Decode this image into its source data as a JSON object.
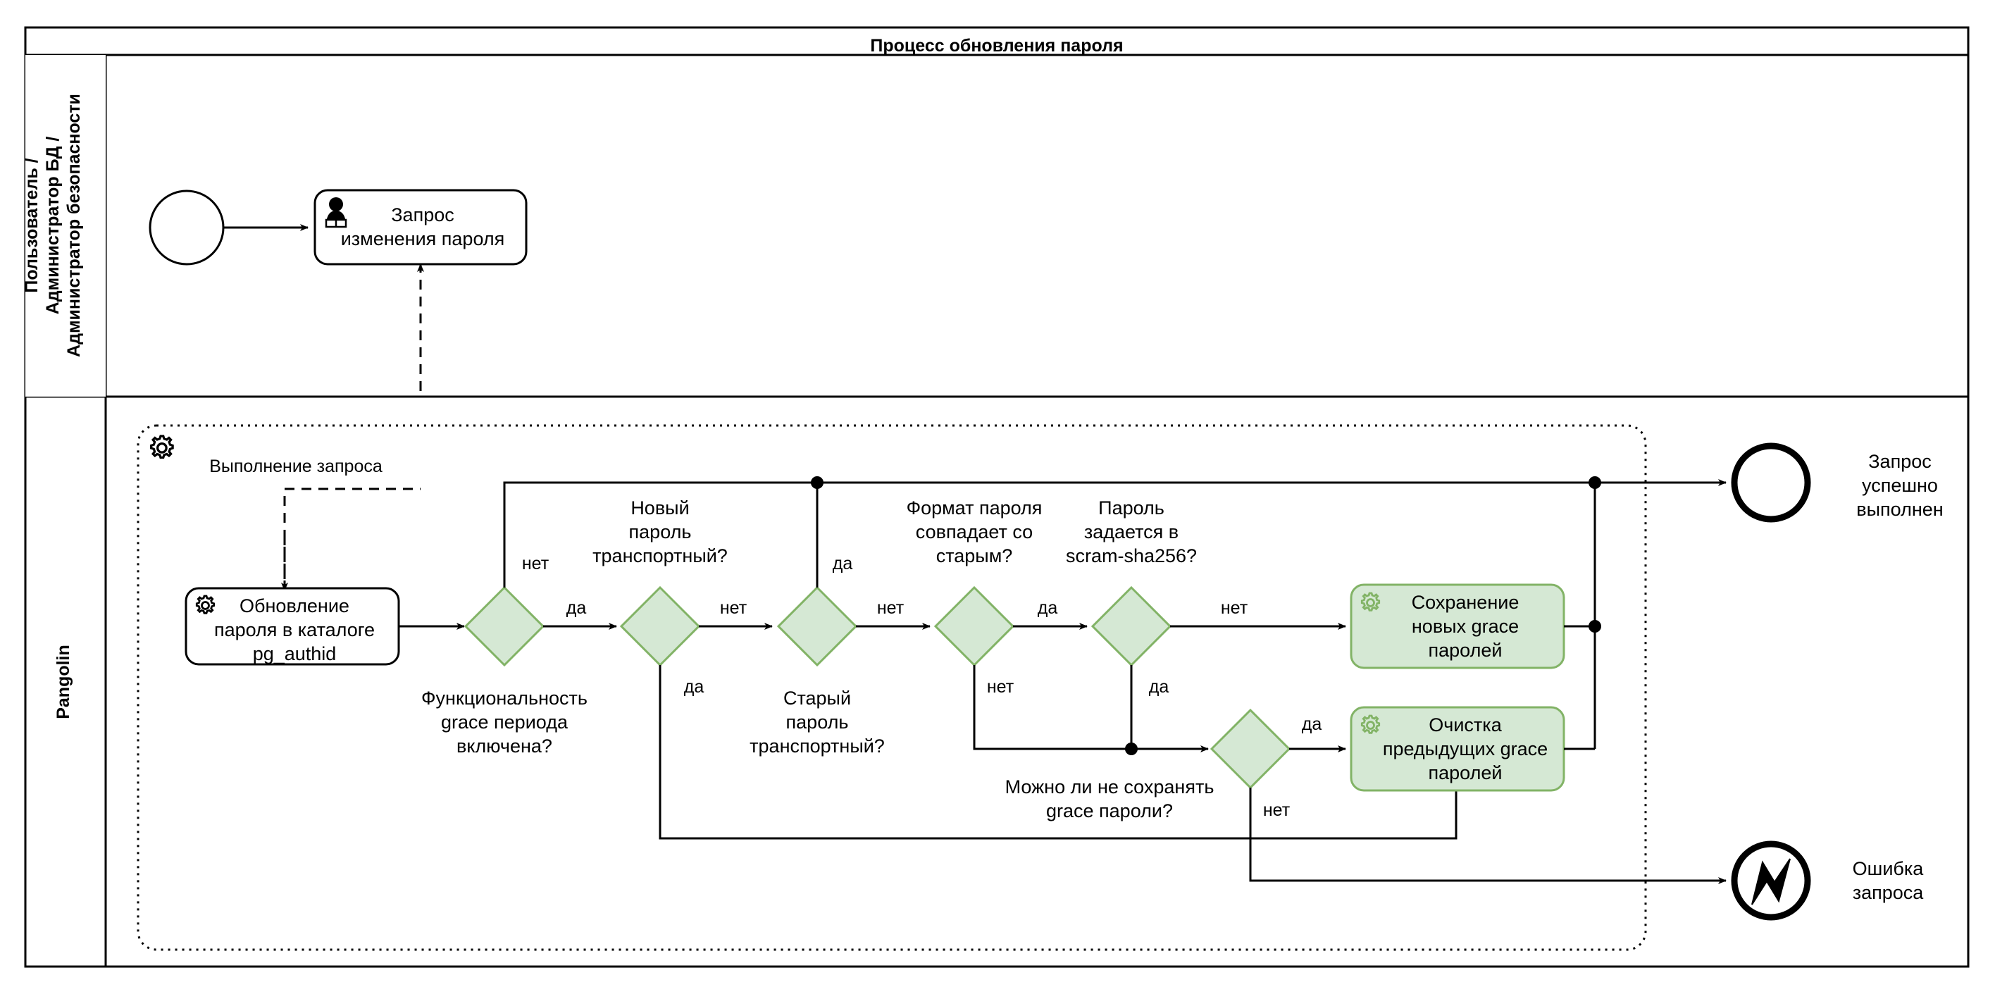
{
  "pool": {
    "title": "Процесс обновления пароля",
    "lanes": [
      {
        "id": "lane-user",
        "label": "Пользователь /\nАдминистратор БД /\nАдминистратор безопасности"
      },
      {
        "id": "lane-pangolin",
        "label": "Pangolin"
      }
    ]
  },
  "lane_user": {
    "start_event": {
      "name": "start-event",
      "label": ""
    },
    "task": {
      "label_line1": "Запрос",
      "label_line2": "изменения пароля",
      "icon": "user-icon"
    },
    "message_flow_label": "Выполнение запроса"
  },
  "lane_pangolin": {
    "subprocess_icon": "gear-icon",
    "task_update": {
      "line1": "Обновление",
      "line2": "пароля в каталоге",
      "line3": "pg_authid",
      "icon": "gear-icon"
    },
    "gateways": [
      {
        "id": "gw-grace-enabled",
        "line1": "Функциональность",
        "line2": "grace периода",
        "line3": "включена?"
      },
      {
        "id": "gw-new-pass-transport",
        "line1": "Новый",
        "line2": "пароль",
        "line3": "транспортный?"
      },
      {
        "id": "gw-old-pass-transport",
        "line1": "Старый",
        "line2": "пароль",
        "line3": "транспортный?"
      },
      {
        "id": "gw-format-matches",
        "line1": "Формат пароля",
        "line2": "совпадает со",
        "line3": "старым?"
      },
      {
        "id": "gw-scram-sha256",
        "line1": "Пароль",
        "line2": "задается в",
        "line3": "scram-sha256?"
      },
      {
        "id": "gw-skip-grace-save",
        "line1": "Можно ли не сохранять",
        "line2": "grace пароли?",
        "line3": ""
      }
    ],
    "task_save": {
      "line1": "Сохранение",
      "line2": "новых grace",
      "line3": "паролей",
      "icon": "gear-icon"
    },
    "task_clean": {
      "line1": "Очистка",
      "line2": "предыдущих grace",
      "line3": "паролей",
      "icon": "gear-icon"
    },
    "end_success": {
      "line1": "Запрос",
      "line2": "успешно",
      "line3": "выполнен"
    },
    "end_error": {
      "line1": "Ошибка",
      "line2": "запроса",
      "icon": "error-bolt-icon"
    }
  },
  "flow_labels": {
    "grace_enabled_no": "нет",
    "grace_enabled_yes": "да",
    "new_pass_no": "нет",
    "new_pass_yes": "да",
    "old_pass_no": "нет",
    "old_pass_yes": "да",
    "format_no": "нет",
    "format_yes": "да",
    "scram_no": "нет",
    "scram_yes": "да",
    "skip_yes": "да",
    "skip_no": "нет"
  },
  "colors": {
    "green_fill": "#d5e8d4",
    "green_stroke": "#82b366",
    "line": "#000000",
    "pool_border": "#000000",
    "subprocess_border": "#000000"
  }
}
